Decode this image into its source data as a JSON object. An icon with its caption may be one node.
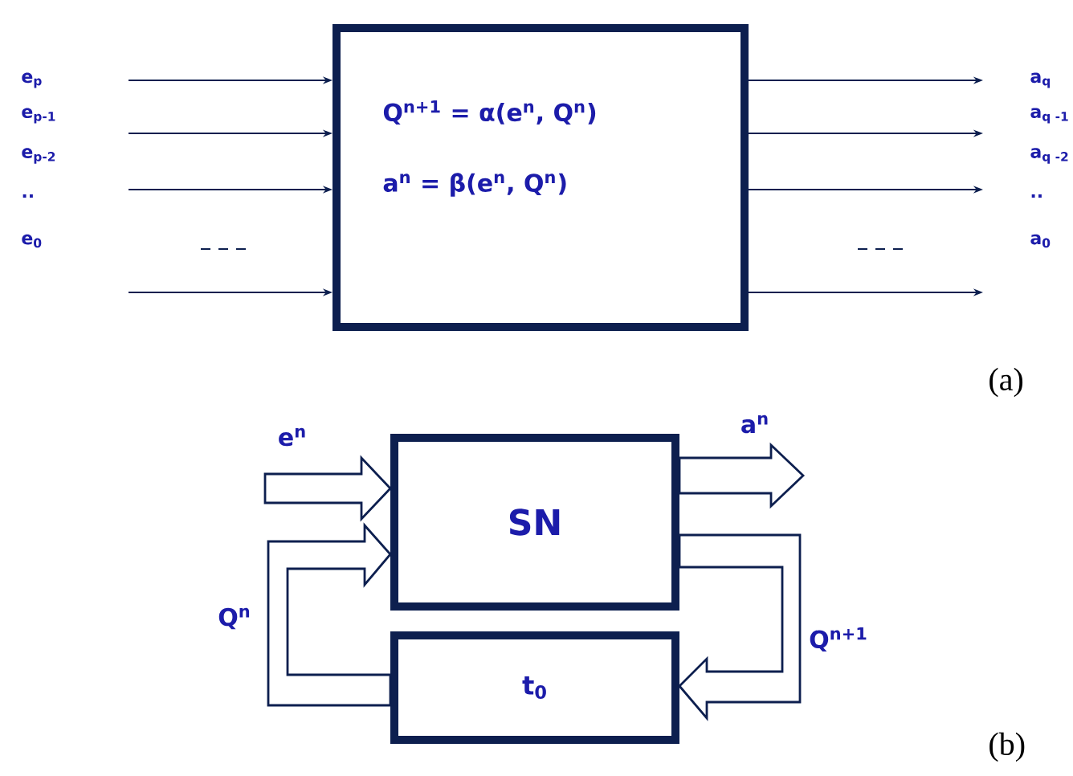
{
  "diagram": {
    "nodes": [
      {
        "text": [
          "Q$^{n+1}$ = α(e$^{n}$, Q$^{n}$)",
          "a$^{n}$ = β(e$^{n}$, Q$^{n}$)"
        ]
      },
      {
        "text": [
          "SN"
        ]
      },
      {
        "text": [
          "t$_{0}$"
        ]
      }
    ],
    "edges": [
      {
        "from": null,
        "to": 0,
        "arrow": "to"
      },
      {
        "from": null,
        "to": 0,
        "arrow": "to"
      },
      {
        "from": null,
        "to": 0,
        "arrow": "to"
      },
      {
        "from": null,
        "to": 0,
        "arrow": "to"
      },
      {
        "from": 0,
        "to": null,
        "arrow": "to"
      },
      {
        "from": 0,
        "to": null,
        "arrow": "to"
      },
      {
        "from": 0,
        "to": null,
        "arrow": "to"
      },
      {
        "from": 0,
        "to": null,
        "arrow": "to"
      },
      {
        "from": null,
        "to": 1,
        "arrow": "to",
        "label": "e$^{n}$",
        "style": "thick"
      },
      {
        "from": 1,
        "to": null,
        "arrow": "to",
        "label": "a$^{n}$",
        "style": "thick"
      },
      {
        "from": 1,
        "to": 2,
        "arrow": "to",
        "label": "Q$^{n+1}$",
        "style": "thick"
      },
      {
        "from": 2,
        "to": 1,
        "arrow": "to",
        "label": "Q$^{n}$",
        "style": "thick"
      }
    ],
    "labels": [
      "e$_{p}$",
      "e$_{p-1}$",
      "e$_{p-2}$",
      "..",
      "e$_{0}$",
      "a$_{q}$",
      "a$_{q -1}$",
      "a$_{q -2}$",
      "..",
      "a$_{0}$",
      "(a)",
      "(b)"
    ]
  }
}
